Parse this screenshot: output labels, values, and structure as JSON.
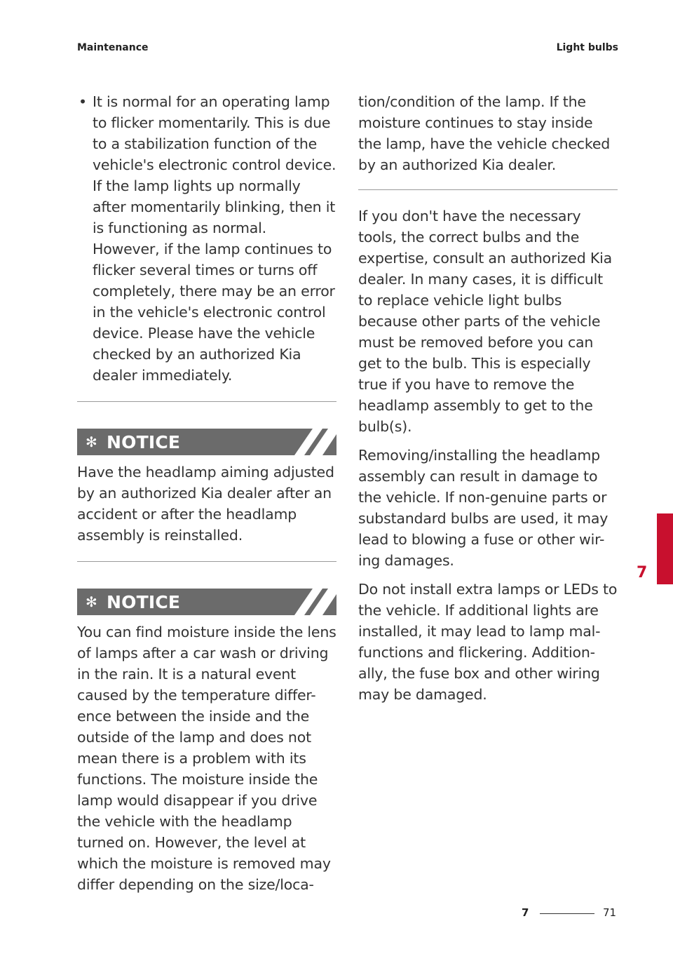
{
  "header": {
    "section": "Maintenance",
    "topic": "Light bulbs"
  },
  "left_column": {
    "bullet_marker": "•",
    "bullet_text": "It is normal for an operating lamp to flicker momentarily. This is due to a stabilization function of the vehicle's electronic control device. If the lamp lights up normally after momentarily blinking, then it is functioning as normal. However, if the lamp continues to flicker several times or turns off completely, there may be an error in the vehicle's electronic control device. Please have the vehicle checked by an authorized Kia dealer immediately.",
    "notices": [
      {
        "icon": "✻",
        "title": "NOTICE",
        "text": "Have the headlamp aiming adjusted by an authorized Kia dealer after an accident or after the headlamp assembly is reinstalled."
      },
      {
        "icon": "✻",
        "title": "NOTICE",
        "text": "You can find moisture inside the lens of lamps after a car wash or driving in the rain. It is a natural event caused by the temperature differ-ence between the inside and the outside of the lamp and does not mean there is a problem with its functions. The moisture inside the lamp would disappear if you drive the vehicle with the headlamp turned on. However, the level at which the moisture is removed may differ depending on the size/loca-"
      }
    ]
  },
  "right_column": {
    "continuation": "tion/condition of the lamp. If the moisture continues to stay inside the lamp, have the vehicle checked by an authorized Kia dealer.",
    "paragraphs": [
      "If you don't have the necessary tools, the correct bulbs and the expertise, consult an authorized Kia dealer. In many cases, it is difficult to replace vehicle light bulbs because other parts of the vehicle must be removed before you can get to the bulb. This is especially true if you have to remove the headlamp assembly to get to the bulb(s).",
      "Removing/installing the headlamp assembly can result in damage to the vehicle. If non-genuine parts or substandard bulbs are used, it may lead to blowing a fuse or other wir-ing damages.",
      "Do not install extra lamps or LEDs to the vehicle. If additional lights are installed, it may lead to lamp mal-functions and flickering. Addition-ally, the fuse box and other wiring may be damaged."
    ]
  },
  "side_tab": {
    "chapter": "7",
    "color": "#c8102e"
  },
  "footer": {
    "chapter": "7",
    "page": "71"
  },
  "colors": {
    "notice_bar": "#6b6b6b",
    "accent": "#c8102e"
  }
}
